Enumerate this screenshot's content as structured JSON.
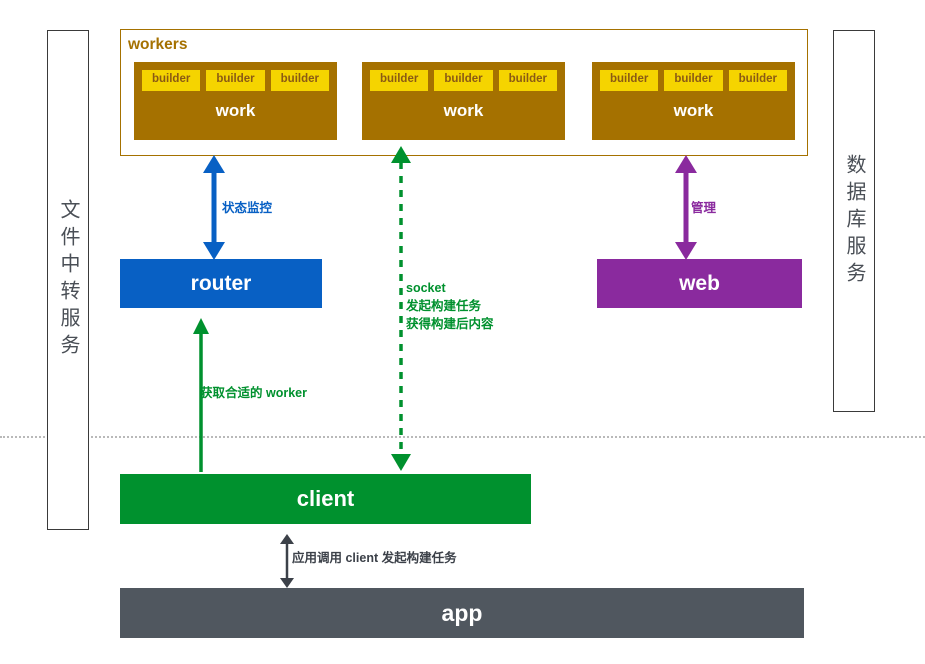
{
  "diagram": {
    "title": "builder service architecture",
    "colors": {
      "workers_border": "#a57100",
      "work_fill": "#a57100",
      "builder_fill": "#f5d400",
      "builder_text": "#8a5a14",
      "router": "#0860c4",
      "web": "#8a2a9e",
      "client": "#00912e",
      "app": "#50575f",
      "side_border": "#3a3a3a",
      "side_text": "#4a4f56",
      "separator": "#b9b9b9"
    },
    "left_service": {
      "label": "文件中转服务"
    },
    "right_service": {
      "label": "数据库服务"
    },
    "workers": {
      "title": "workers",
      "groups": [
        {
          "name": "work",
          "builders": [
            "builder",
            "builder",
            "builder"
          ]
        },
        {
          "name": "work",
          "builders": [
            "builder",
            "builder",
            "builder"
          ]
        },
        {
          "name": "work",
          "builders": [
            "builder",
            "builder",
            "builder"
          ]
        }
      ]
    },
    "nodes": {
      "router": "router",
      "web": "web",
      "client": "client",
      "app": "app"
    },
    "edges": {
      "monitor": {
        "label": "状态监控",
        "color": "#0860c4",
        "style": "solid",
        "direction": "bidirectional"
      },
      "manage": {
        "label": "管理",
        "color": "#8a2a9e",
        "style": "solid",
        "direction": "bidirectional"
      },
      "socket": {
        "line1": "socket",
        "line2": "发起构建任务",
        "line3": "获得构建后内容",
        "color": "#00912e",
        "style": "dashed",
        "direction": "bidirectional"
      },
      "pick_worker": {
        "label": "获取合适的 worker",
        "color": "#00912e",
        "style": "solid",
        "direction": "up"
      },
      "app_call": {
        "label": "应用调用 client 发起构建任务",
        "color": "#3c4149",
        "style": "solid",
        "direction": "bidirectional"
      }
    }
  }
}
